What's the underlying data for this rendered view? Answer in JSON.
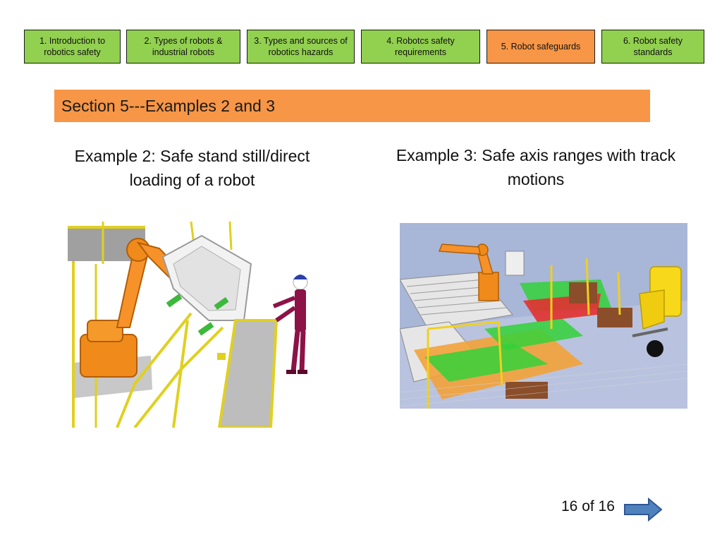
{
  "nav": {
    "tabs": [
      {
        "label": "1. Introduction to robotics safety"
      },
      {
        "label": "2. Types of robots & industrial robots"
      },
      {
        "label": "3. Types and sources of robotics hazards"
      },
      {
        "label": "4. Robotcs safety requirements"
      },
      {
        "label": "5. Robot safeguards",
        "active": true
      },
      {
        "label": "6. Robot safety standards"
      }
    ],
    "colors": {
      "tab": "#92d050",
      "active_tab": "#f79646",
      "border": "#1a1a1a"
    }
  },
  "section": {
    "title": "Section  5---Examples 2 and 3",
    "color": "#f79646"
  },
  "examples": [
    {
      "title": "Example 2: Safe stand still/direct loading of a robot",
      "image": "robot-cell-operator-loading-illustration"
    },
    {
      "title": "Example 3: Safe axis ranges with track motions",
      "image": "robot-track-safe-zones-illustration"
    }
  ],
  "footer": {
    "page": "16 of 16",
    "next_icon": "right-arrow-icon",
    "arrow_color": "#4f81bd"
  }
}
